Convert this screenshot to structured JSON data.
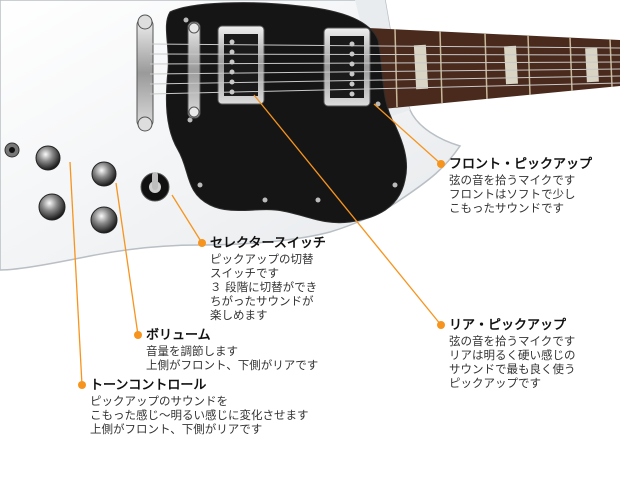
{
  "annotations": {
    "front_pickup": {
      "title": "フロント・ピックアップ",
      "lines": [
        "弦の音を拾うマイクです",
        "フロントはソフトで少し",
        "こもったサウンドです"
      ]
    },
    "selector_switch": {
      "title": "セレクタースイッチ",
      "lines": [
        "ピックアップの切替",
        "スイッチです",
        "３ 段階に切替ができ",
        "ちがったサウンドが",
        "楽しめます"
      ]
    },
    "rear_pickup": {
      "title": "リア・ピックアップ",
      "lines": [
        "弦の音を拾うマイクです",
        "リアは明るく硬い感じの",
        "サウンドで最も良く使う",
        "ピックアップです"
      ]
    },
    "volume": {
      "title": "ボリューム",
      "lines": [
        "音量を調節します",
        "上側がフロント、下側がリアです"
      ]
    },
    "tone_control": {
      "title": "トーンコントロール",
      "lines": [
        "ピックアップのサウンドを",
        "こもった感じ～明るい感じに変化させます",
        "上側がフロント、下側がリアです"
      ]
    }
  },
  "colors": {
    "marker": "#f7941d",
    "leader": "#f7941d",
    "body": "#f4f6f8",
    "pickguard": "#141414",
    "fretboard": "#4a2a1c"
  }
}
